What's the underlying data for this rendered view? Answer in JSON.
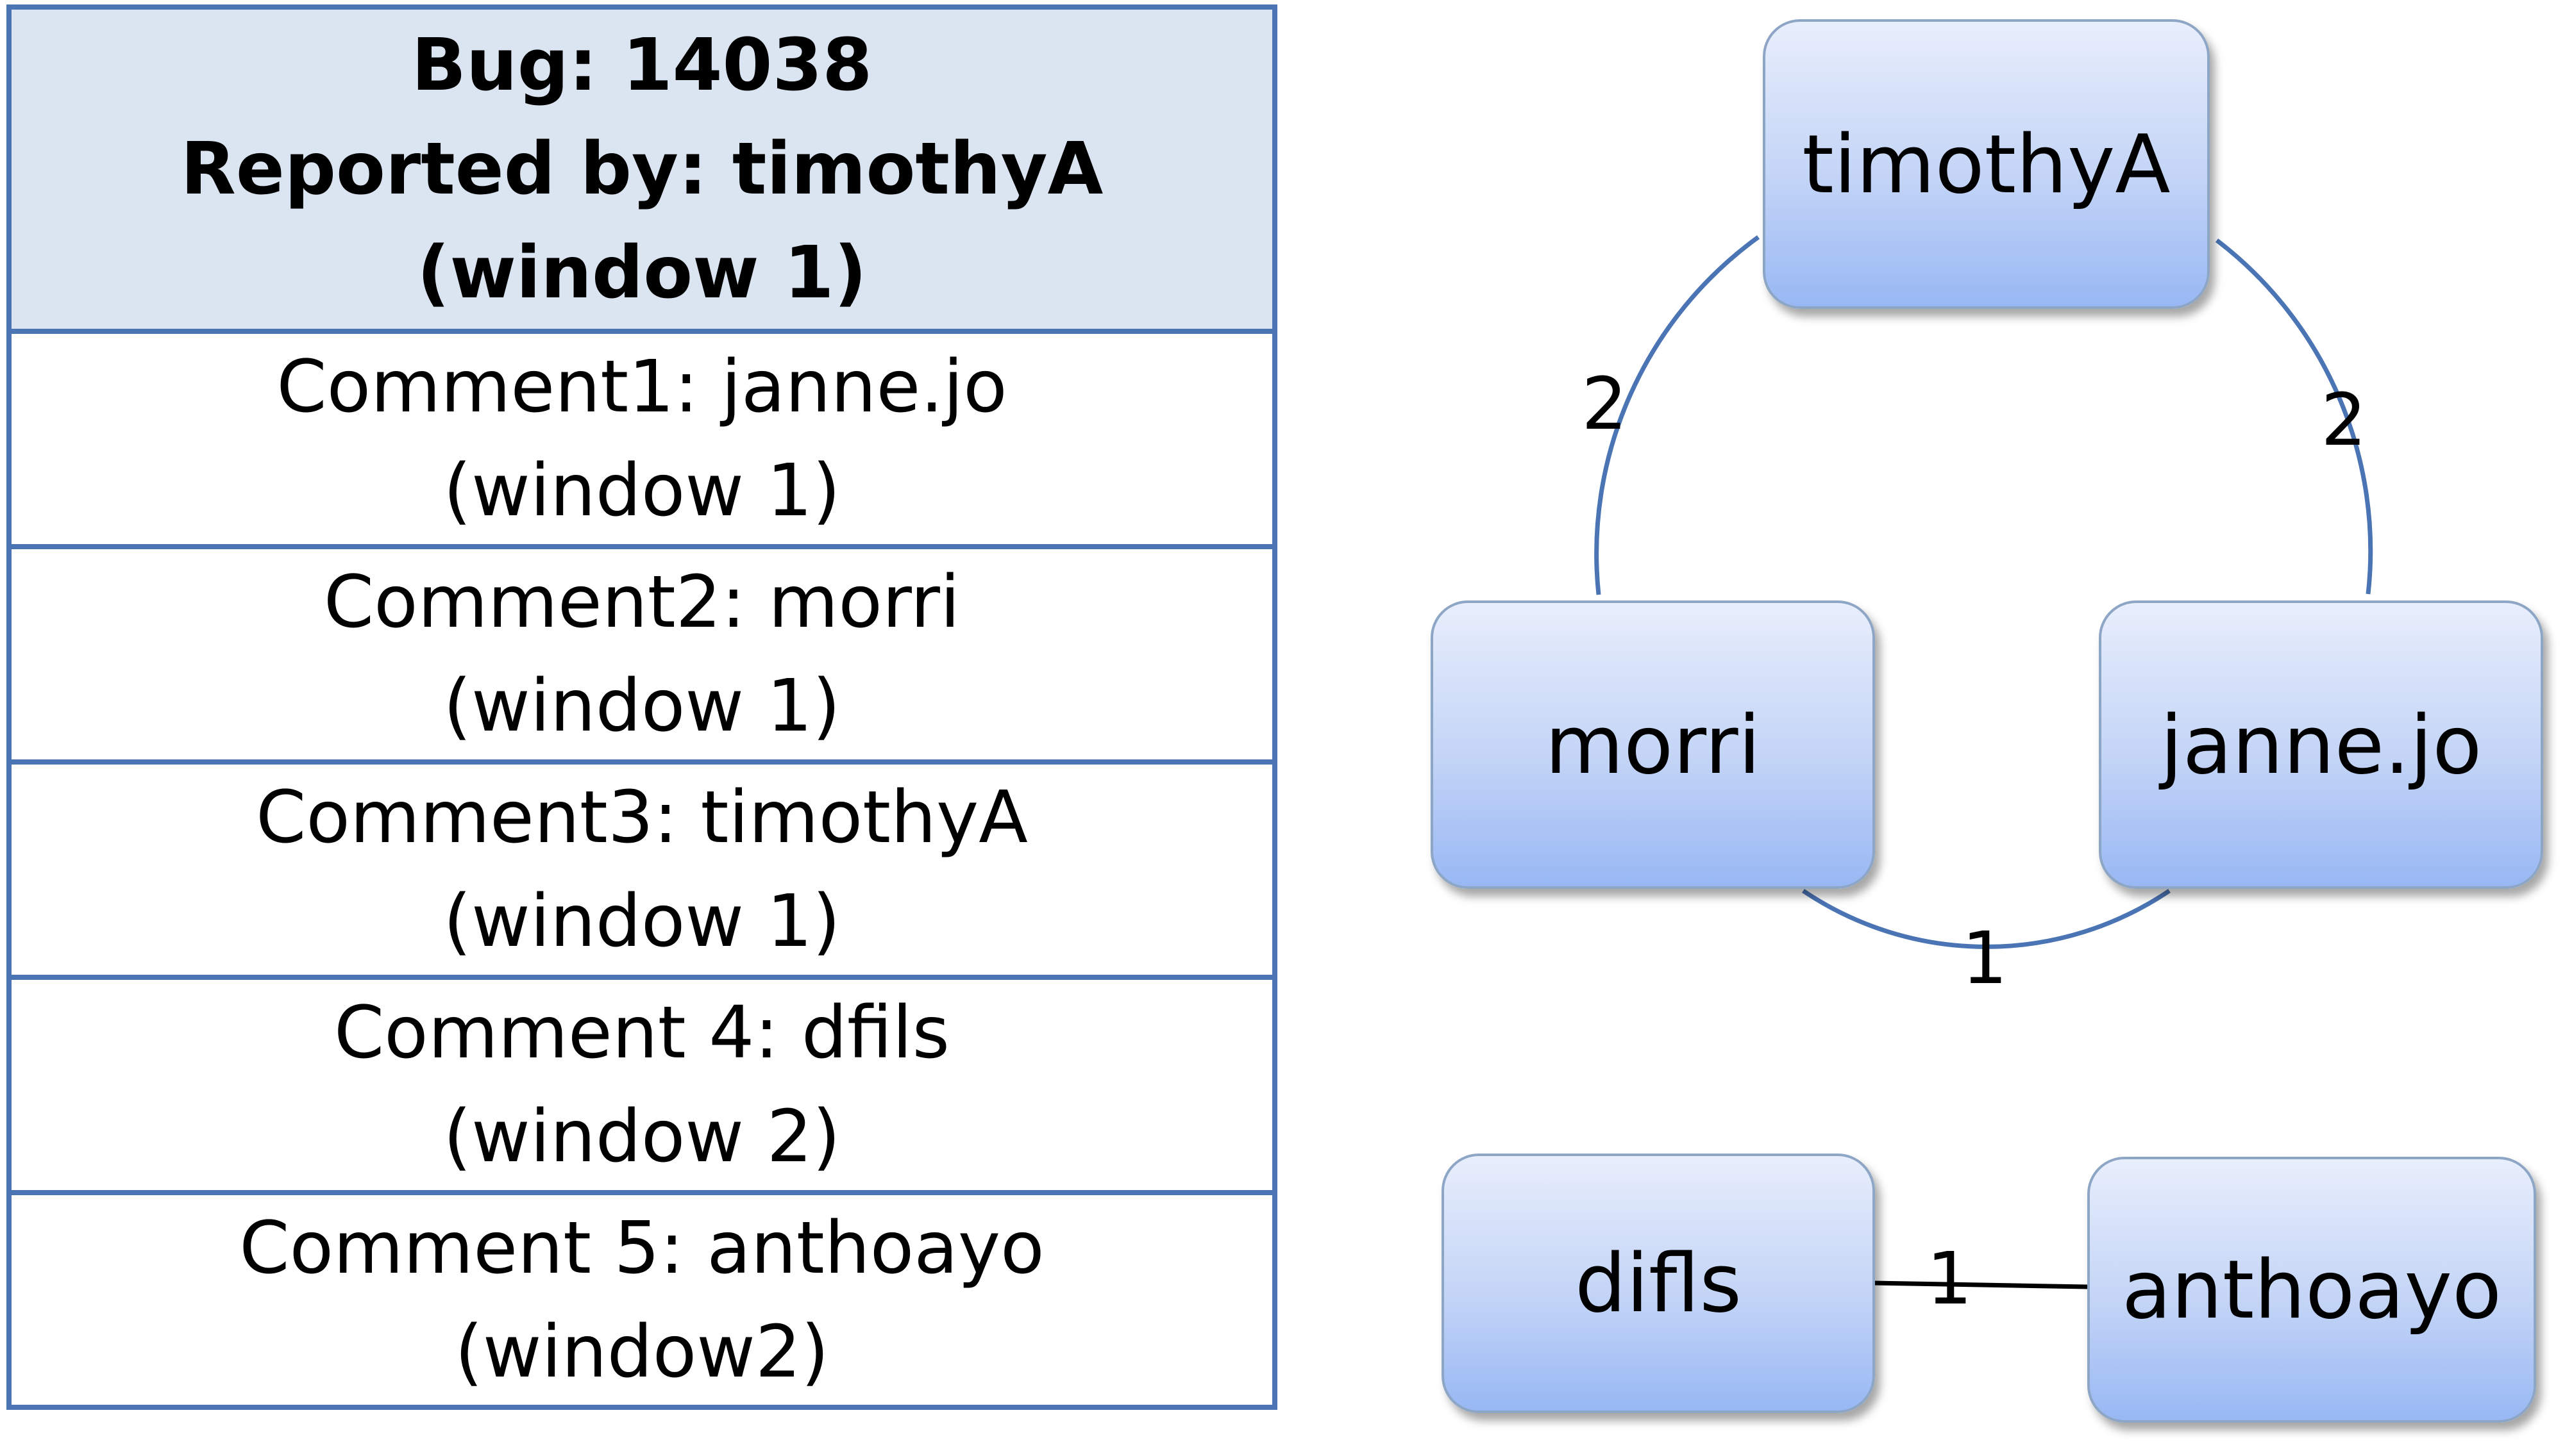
{
  "table": {
    "header": {
      "line1": "Bug: 14038",
      "line2": "Reported by: timothyA",
      "line3": "(window 1)"
    },
    "rows": [
      {
        "line1": "Comment1: janne.jo",
        "line2": "(window 1)"
      },
      {
        "line1": "Comment2: morri",
        "line2": "(window 1)"
      },
      {
        "line1": "Comment3: timothyA",
        "line2": "(window 1)"
      },
      {
        "line1": "Comment 4: dfils",
        "line2": "(window 2)"
      },
      {
        "line1": "Comment 5: anthoayo",
        "line2": "(window2)"
      }
    ]
  },
  "graph": {
    "nodes": {
      "timothyA": "timothyA",
      "morri": "morri",
      "janne_jo": "janne.jo",
      "difls": "difls",
      "anthoayo": "anthoayo"
    },
    "edges": {
      "timothyA_morri": "2",
      "timothyA_janne_jo": "2",
      "morri_janne_jo": "1",
      "difls_anthoayo": "1"
    }
  },
  "colors": {
    "border": "#4a74b4",
    "header_fill": "#dbe4f1",
    "edge": "#4a74b4",
    "node_top": "#e8eefc",
    "node_bottom": "#98b8f4"
  }
}
